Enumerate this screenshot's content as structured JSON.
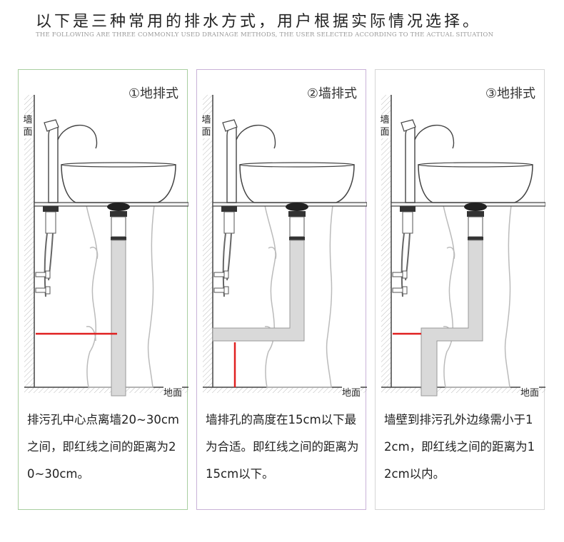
{
  "header": {
    "title": "以下是三种常用的排水方式，用户根据实际情况选择。",
    "subtitle": "THE FOLLOWING ARE THREE COMMONLY USED DRAINAGE METHODS, THE USER SELECTED ACCORDING TO THE ACTUAL SITUATION"
  },
  "colors": {
    "panel1_border": "#a9cfa0",
    "panel2_border": "#c9b2d8",
    "panel3_border": "#d6d6d6",
    "red_line": "#e02020",
    "pipe": "#d9d9d9"
  },
  "panels": [
    {
      "title": "①地排式",
      "wall_label": "墙面",
      "floor_label": "地面",
      "description": "排污孔中心点离墙20~30cm之间，即红线之间的距离为20~30cm。"
    },
    {
      "title": "②墙排式",
      "wall_label": "墙面",
      "floor_label": "地面",
      "description": "墙排孔的高度在15cm以下最为合适。即红线之间的距离为15cm以下。"
    },
    {
      "title": "③地排式",
      "wall_label": "墙面",
      "floor_label": "地面",
      "description": "墙壁到排污孔外边缘需小于12cm，即红线之间的距离为12cm以内。"
    }
  ]
}
